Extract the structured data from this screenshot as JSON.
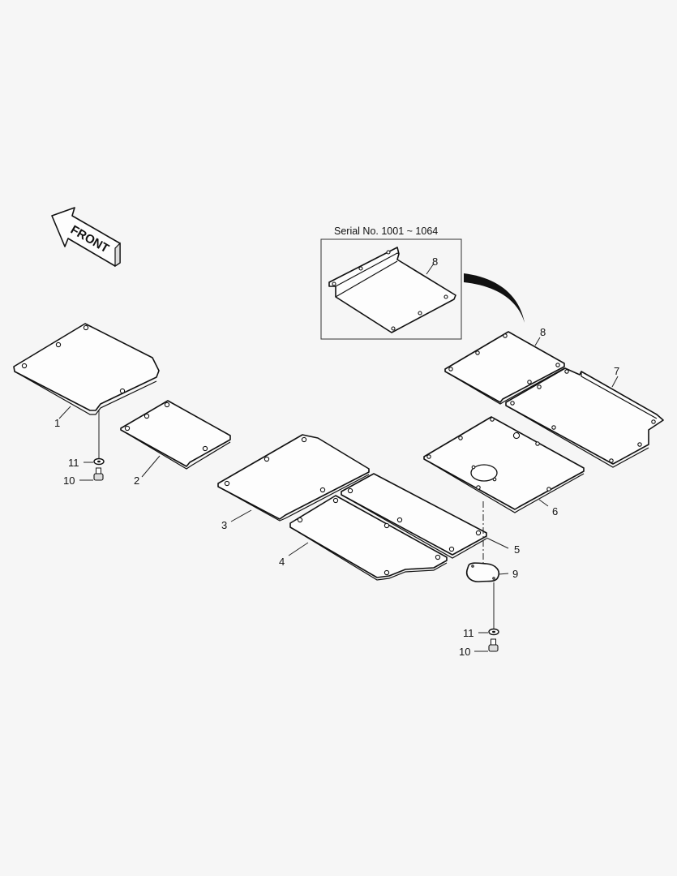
{
  "diagram": {
    "type": "exploded parts diagram",
    "direction_indicator": {
      "icon": "front-arrow-icon",
      "label": "FRONT"
    },
    "inset": {
      "caption": "Serial No. 1001 ~ 1064",
      "part_label": "8"
    },
    "callouts": [
      {
        "id": "1",
        "label": "1"
      },
      {
        "id": "2",
        "label": "2"
      },
      {
        "id": "3",
        "label": "3"
      },
      {
        "id": "4",
        "label": "4"
      },
      {
        "id": "5",
        "label": "5"
      },
      {
        "id": "6",
        "label": "6"
      },
      {
        "id": "7",
        "label": "7"
      },
      {
        "id": "8",
        "label": "8"
      },
      {
        "id": "9",
        "label": "9"
      },
      {
        "id": "10a",
        "label": "10"
      },
      {
        "id": "11a",
        "label": "11"
      },
      {
        "id": "10b",
        "label": "10"
      },
      {
        "id": "11b",
        "label": "11"
      }
    ],
    "colors": {
      "background": "#f6f6f6",
      "line": "#111111"
    }
  }
}
